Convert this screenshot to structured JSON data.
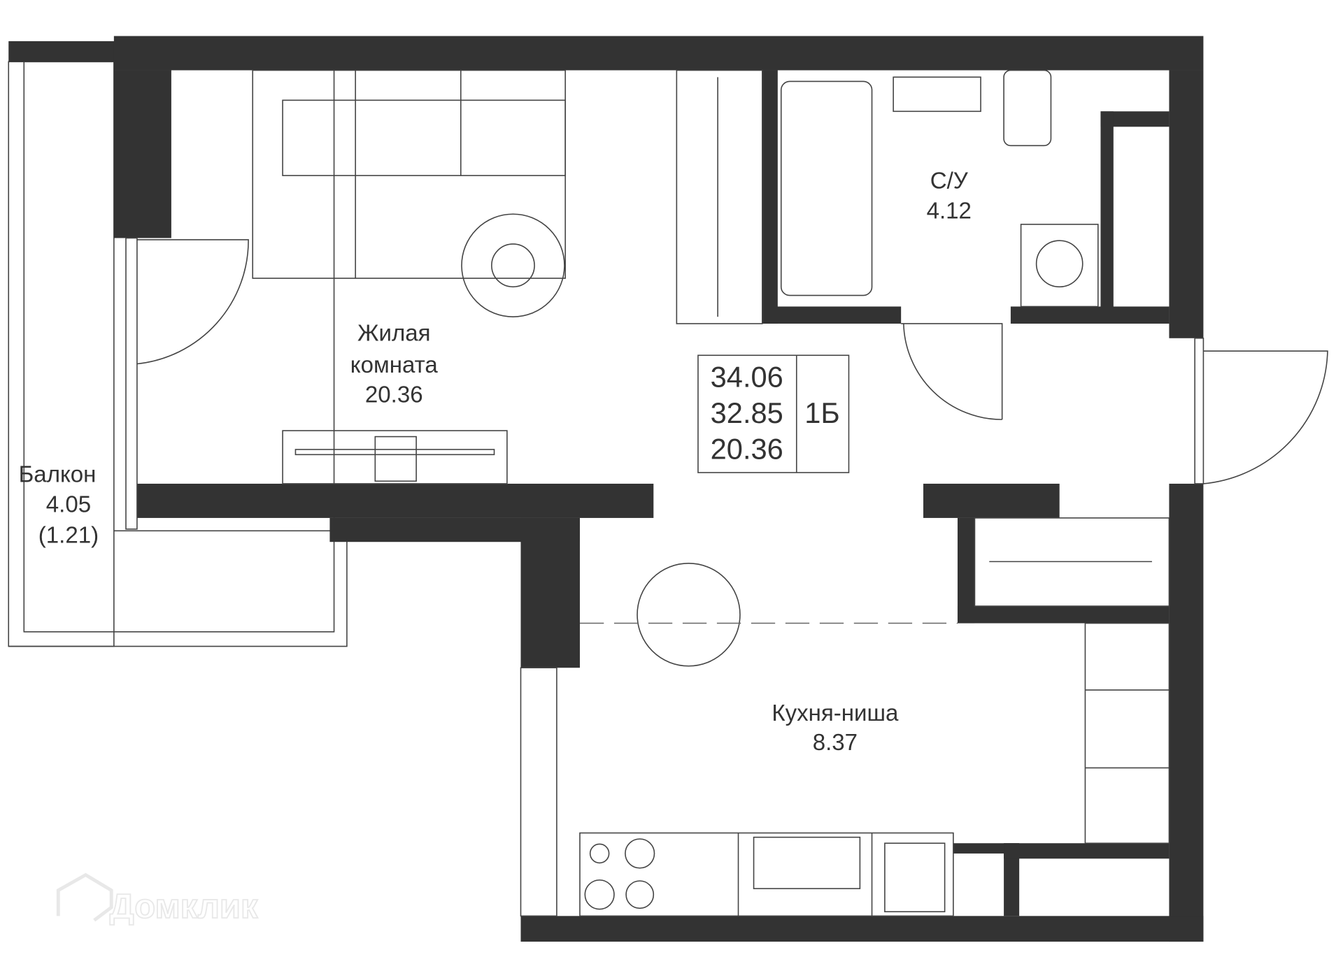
{
  "rooms": {
    "living": {
      "name_line1": "Жилая",
      "name_line2": "комната",
      "area": "20.36"
    },
    "bathroom": {
      "name": "С/У",
      "area": "4.12"
    },
    "balcony": {
      "name": "Балкон",
      "area": "4.05",
      "reduced_area": "(1.21)"
    },
    "kitchen": {
      "name": "Кухня-ниша",
      "area": "8.37"
    }
  },
  "summary": {
    "total_area": "34.06",
    "area_without_balcony": "32.85",
    "living_area": "20.36",
    "apartment_type": "1Б"
  },
  "watermark": {
    "text": "Домклик"
  },
  "colors": {
    "wall": "#333333"
  }
}
